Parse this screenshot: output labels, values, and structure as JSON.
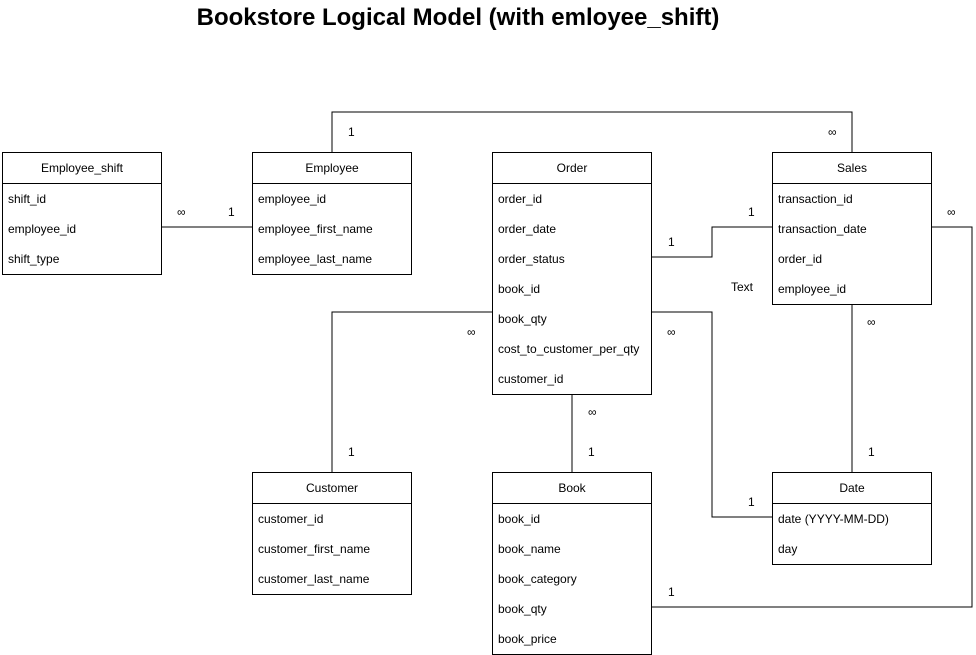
{
  "title": "Bookstore Logical Model (with emloyee_shift)",
  "entities": {
    "employee_shift": {
      "name": "Employee_shift",
      "fields": [
        "shift_id",
        "employee_id",
        "shift_type"
      ]
    },
    "employee": {
      "name": "Employee",
      "fields": [
        "employee_id",
        "employee_first_name",
        "employee_last_name"
      ]
    },
    "order": {
      "name": "Order",
      "fields": [
        "order_id",
        "order_date",
        "order_status",
        "book_id",
        "book_qty",
        "cost_to_customer_per_qty",
        "customer_id"
      ]
    },
    "sales": {
      "name": "Sales",
      "fields": [
        "transaction_id",
        "transaction_date",
        "order_id",
        "employee_id"
      ]
    },
    "customer": {
      "name": "Customer",
      "fields": [
        "customer_id",
        "customer_first_name",
        "customer_last_name"
      ]
    },
    "book": {
      "name": "Book",
      "fields": [
        "book_id",
        "book_name",
        "book_category",
        "book_qty",
        "book_price"
      ]
    },
    "date": {
      "name": "Date",
      "fields": [
        "date (YYYY-MM-DD)",
        "day"
      ]
    }
  },
  "relationships": {
    "employee_sales": {
      "from": "1",
      "to": "∞"
    },
    "shift_employee": {
      "from": "∞",
      "to": "1"
    },
    "order_sales": {
      "from": "1",
      "to": "1"
    },
    "sales_book": {
      "from": "∞",
      "to": "1"
    },
    "order_customer": {
      "from": "∞",
      "to": "1"
    },
    "order_date": {
      "from": "∞",
      "to": "1"
    },
    "order_book": {
      "from": "∞",
      "to": "1"
    },
    "sales_date": {
      "from": "∞",
      "to": "1"
    }
  },
  "floating_text": "Text"
}
